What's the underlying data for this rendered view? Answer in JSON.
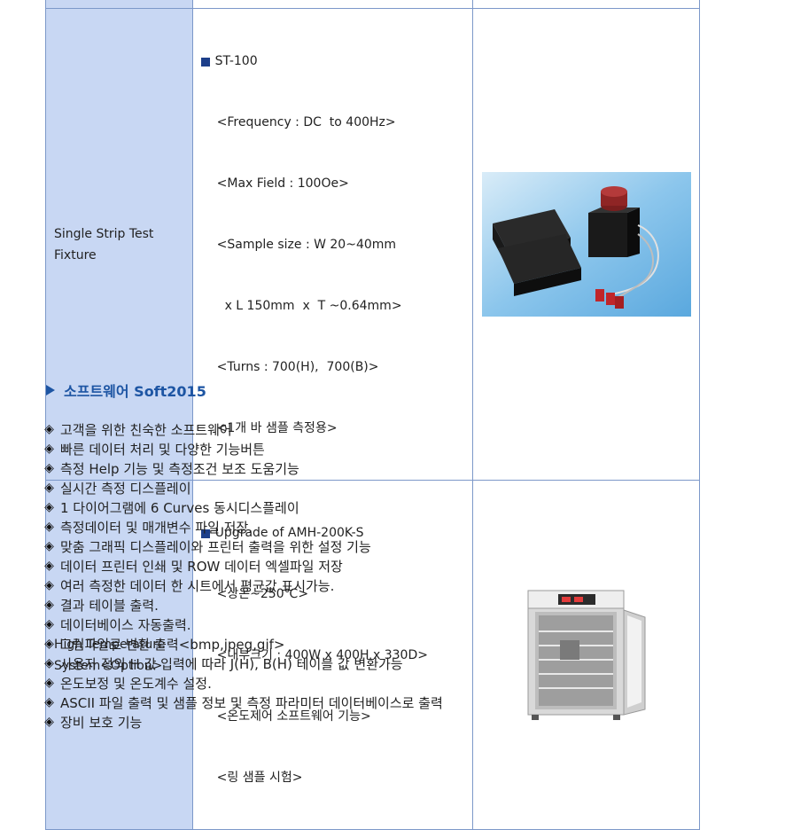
{
  "equipment": [
    {
      "name_lines": [
        "Single Strip Test",
        "Fixture"
      ],
      "title": "ST-100",
      "specs": [
        "<Frequency : DC  to 400Hz>",
        "<Max Field : 100Oe>",
        "<Sample size : W 20~40mm",
        "  x L 150mm  x  T ~0.64mm>",
        "<Turns : 700(H),  700(B)>",
        "<1개 바 샘플 측정용>"
      ],
      "image_icon": "test-fixture-photo"
    },
    {
      "name_lines": [
        "High Temperature",
        "System<Option>"
      ],
      "title": "Upgrade of AMH-200K-S",
      "specs": [
        "<상온~250℃>",
        "<내부크기 : 400W x 400H x 330D>",
        "<온도제어 소프트웨어 기능>",
        "<링 샘플 시험>"
      ],
      "image_icon": "oven-photo"
    }
  ],
  "software": {
    "title": "소프트웨어 Soft2015",
    "features": [
      "고객을 위한 친숙한 소프트웨어",
      "빠른 데이터 처리 및 다양한 기능버튼",
      "측정 Help 기능 및 측정조건 보조 도움기능",
      "실시간 측정 디스플레이",
      "1 다이어그램에 6 Curves 동시디스플레이",
      "측정데이터 및 매개변수 파일 저장.",
      "맞춤 그래픽 디스플레이와 프린터 출력을 위한 설정 기능",
      "데이터 프린터 인쇄 및 ROW 데이터 엑셀파일 저장",
      "여러 측정한 데이터 한 시트에서 평균값 표시가능.",
      "결과 테이블 출력.",
      "데이터베이스 자동출력.",
      "그림파일로 변환 출력<bmp,jpeg,gif>",
      "사용자 정의 H 값 입력에 따라 J(H), B(H) 테이블 값 변환가능",
      "온도보정 및 온도계수 설정.",
      "ASCII 파일 출력 및 샘플 정보 및 측정 파라미터 데이터베이스로 출력",
      "장비 보호 기능"
    ],
    "bullet_icon": "diamond-bullet-icon"
  },
  "colors": {
    "header_bg": "#c8d7f3",
    "border": "#7c98c9",
    "accent": "#1d55a3",
    "square": "#1d3f8a"
  }
}
